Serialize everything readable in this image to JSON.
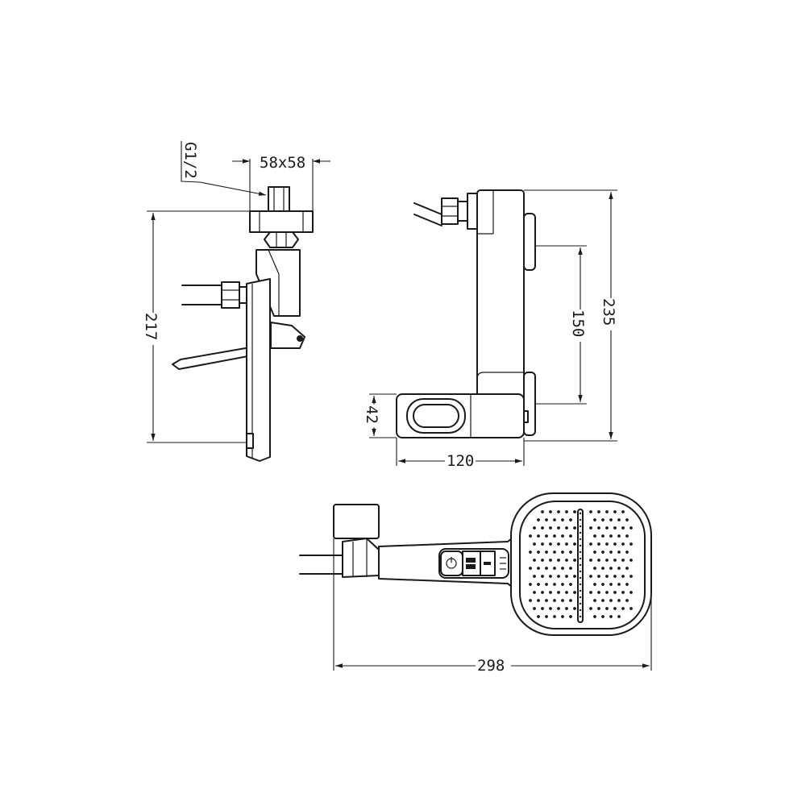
{
  "drawing": {
    "side_view": {
      "thread_label": "G1/2",
      "size_label": "58x58",
      "height_label": "217"
    },
    "front_view": {
      "total_height_label": "235",
      "mid_height_label": "150",
      "bottom_height_label": "42",
      "width_label": "120"
    },
    "shower_view": {
      "length_label": "298"
    }
  }
}
